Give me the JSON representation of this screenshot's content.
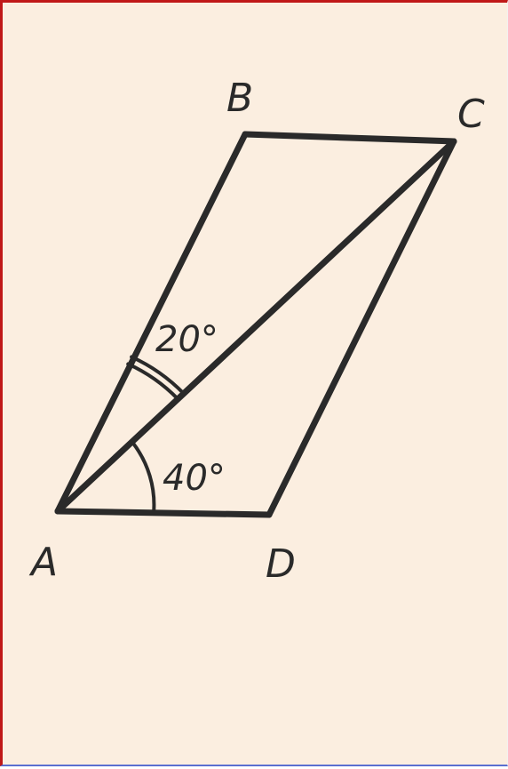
{
  "figure": {
    "vertices": {
      "A": "A",
      "B": "B",
      "C": "C",
      "D": "D"
    },
    "angles": {
      "bac": "20°",
      "cad": "40°"
    },
    "colors": {
      "paper": "#fbeee0",
      "ink": "#2a2a2a",
      "frame_top_left": "#c01818",
      "frame_bottom": "#5a6fd0"
    }
  }
}
